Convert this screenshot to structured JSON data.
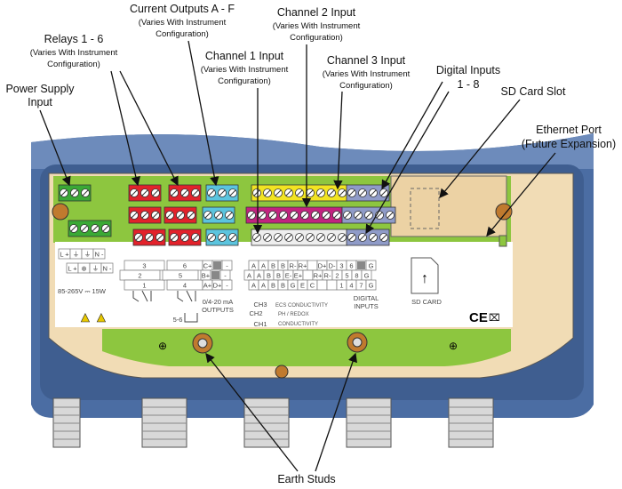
{
  "callouts": {
    "power_supply": [
      "Power Supply",
      "Input"
    ],
    "relays": {
      "title": "Relays 1 - 6",
      "sub": [
        "(Varies With Instrument",
        "Configuration)"
      ]
    },
    "current_outputs": {
      "title": "Current Outputs A - F",
      "sub": [
        "(Varies With Instrument",
        "Configuration)"
      ]
    },
    "channel1": {
      "title": "Channel 1 Input",
      "sub": [
        "(Varies With Instrument",
        "Configuration)"
      ]
    },
    "channel2": {
      "title": "Channel 2 Input",
      "sub": [
        "(Varies With Instrument",
        "Configuration)"
      ]
    },
    "channel3": {
      "title": "Channel 3 Input",
      "sub": [
        "(Varies With Instrument",
        "Configuration)"
      ]
    },
    "digital_inputs": [
      "Digital Inputs",
      "1 - 8"
    ],
    "sd_card_slot": "SD Card Slot",
    "ethernet": [
      "Ethernet Port",
      "(Future Expansion)"
    ],
    "earth_studs": "Earth Studs"
  },
  "panel": {
    "power_row1": [
      "L +",
      "⏚",
      "⏚",
      "N -"
    ],
    "power_row2": [
      "L +",
      "⊕",
      "⏚",
      "N -"
    ],
    "power_rating": "85-265V ⎓ 15W",
    "relays_a": [
      "3",
      "2",
      "1"
    ],
    "relays_b": [
      "6",
      "5",
      "4"
    ],
    "relay_56": "5-6",
    "outputs_rows": [
      [
        "C+",
        "",
        "-"
      ],
      [
        "B+",
        "",
        "-"
      ],
      [
        "A+",
        "D+",
        "-"
      ]
    ],
    "outputs_label": [
      "0/4-20 mA",
      "OUTPUTS"
    ],
    "ch_row1": [
      "A",
      "A",
      "B",
      "B",
      "R-",
      "R+",
      "",
      "D+",
      "D-",
      "3",
      "6",
      "",
      "G"
    ],
    "ch_row2": [
      "A",
      "A",
      "B",
      "B",
      "E-",
      "E+",
      "",
      "R+",
      "R-",
      "2",
      "5",
      "8",
      "G"
    ],
    "ch_row3": [
      "A",
      "A",
      "B",
      "B",
      "G",
      "E",
      "C",
      "",
      "",
      "1",
      "4",
      "7",
      "G"
    ],
    "ch3": {
      "name": "CH3",
      "type": "ECS CONDUCTIVITY"
    },
    "ch2": {
      "name": "CH2",
      "type": "PH / REDOX"
    },
    "ch1": {
      "name": "CH1",
      "type": "CONDUCTIVITY"
    },
    "digital_label": [
      "DIGITAL",
      "INPUTS"
    ],
    "sd_card": "SD CARD",
    "sd_arrow": "↑",
    "ce_mark": "CE"
  },
  "colors": {
    "power": "#3aa935",
    "relay": "#e2222b",
    "output": "#5bc4de",
    "ch_yellow": "#f2e422",
    "ch_magenta": "#c2237f",
    "ch_white": "#eeeeee",
    "digital": "#8f9bc8",
    "pcb": "#8dc63f",
    "housing": "#f1dcb5",
    "lid": "#5876a8"
  }
}
